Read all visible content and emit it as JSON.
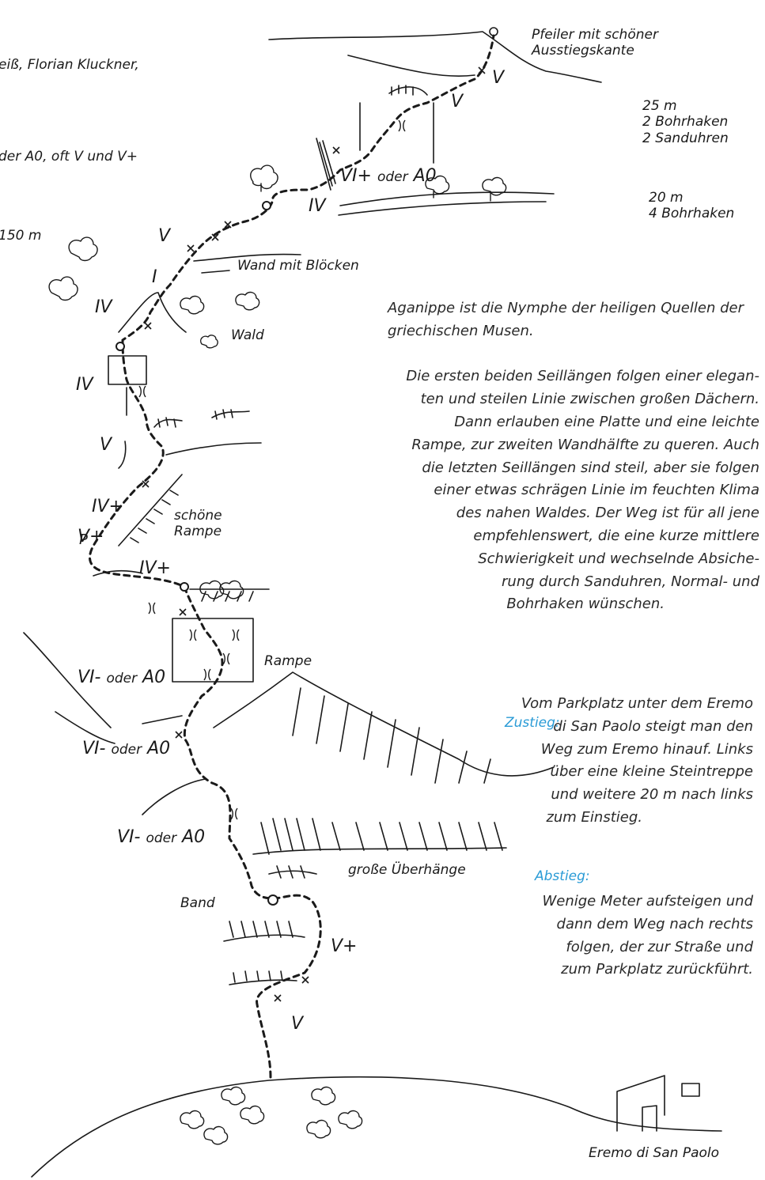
{
  "header": {
    "authors_fragment": "eiß, Florian Kluckner,",
    "grade_fragment": "der A0, oft V und V+",
    "length_fragment": "150 m"
  },
  "labels": {
    "summit": [
      "Pfeiler mit schöner",
      "Ausstiegskante"
    ],
    "pitch_top": [
      "25 m",
      "2 Bohrhaken",
      "2 Sanduhren"
    ],
    "pitch_second": [
      "20 m",
      "4 Bohrhaken"
    ],
    "wand_bloecken": "Wand mit Blöcken",
    "wald": "Wald",
    "schoene_rampe": [
      "schöne",
      "Rampe"
    ],
    "rampe": "Rampe",
    "grosse_ueberhaenge": "große Überhänge",
    "band": "Band",
    "eremo": "Eremo di San Paolo"
  },
  "grades": {
    "g_top_v1": "V",
    "g_top_v2": "V",
    "g_vi_plus": "VI+",
    "oder": "oder",
    "a0": "A0",
    "g_iv_a": "IV",
    "g_v_a": "V",
    "g_i": "I",
    "g_iv_b": "IV",
    "g_iv_c": "IV",
    "g_v_b": "V",
    "g_iv_plus_a": "IV+",
    "g_v_plus_a": "V+",
    "g_iv_plus_b": "IV+",
    "g_vi_minus": "VI-",
    "g_v_plus_b": "V+",
    "g_v_c": "V"
  },
  "description": [
    "Aganippe ist die Nymphe der heiligen Quellen der",
    "griechischen Musen.",
    "",
    "Die ersten beiden Seillängen folgen einer elegan-",
    "ten und steilen Linie zwischen großen Dächern.",
    "Dann erlauben eine Platte und eine leichte",
    "Rampe, zur zweiten Wandhälfte zu queren. Auch",
    "die letzten Seillängen sind steil, aber sie folgen",
    "einer etwas schrägen Linie im feuchten Klima",
    "des nahen Waldes. Der Weg ist für all jene",
    "empfehlenswert, die eine kurze mittlere",
    "Schwierigkeit und wechselnde Absiche-",
    "rung durch Sanduhren, Normal- und",
    "Bohrhaken wünschen."
  ],
  "zustieg": {
    "heading": "Zustieg:",
    "lines": [
      "Vom Parkplatz unter dem Eremo",
      "di San Paolo steigt man den",
      "Weg zum Eremo hinauf. Links",
      "über eine kleine Steintreppe",
      "und weitere 20 m nach links",
      "zum Einstieg."
    ]
  },
  "abstieg": {
    "heading": "Abstieg:",
    "lines": [
      "Wenige Meter aufsteigen und",
      "dann dem Weg nach rechts",
      "folgen, der zur Straße und",
      "zum Parkplatz zurückführt."
    ]
  },
  "colors": {
    "ink": "#1a1a1a",
    "heading": "#2a9bd6"
  }
}
